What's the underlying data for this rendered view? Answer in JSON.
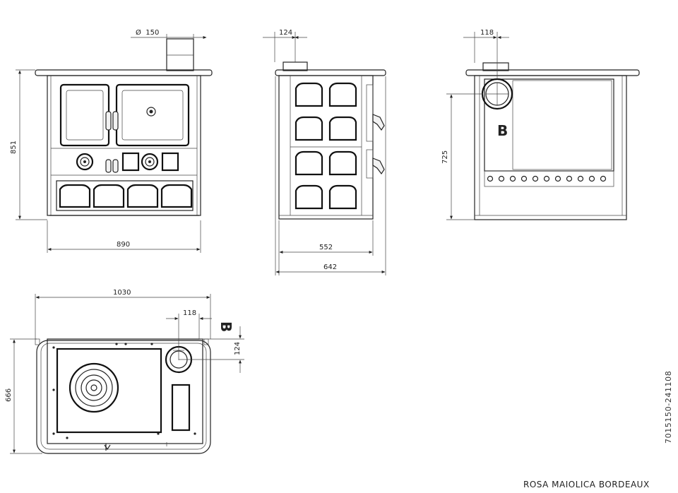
{
  "dimensions": {
    "front_flue_diameter": "Ø  150",
    "front_height": "851",
    "front_width": "890",
    "side_flue_offset": "124",
    "side_depth_body": "552",
    "side_depth_total": "642",
    "rear_flue_offset": "118",
    "rear_flue_height": "725",
    "top_width": "1030",
    "top_flue_offset_x": "118",
    "top_flue_offset_y": "124",
    "top_depth": "666"
  },
  "markers": {
    "rear_outlet": "B",
    "top_outlet": "B"
  },
  "caption": {
    "model": "ROSA MAIOLICA BORDEAUX",
    "code": "7015150-241108"
  }
}
